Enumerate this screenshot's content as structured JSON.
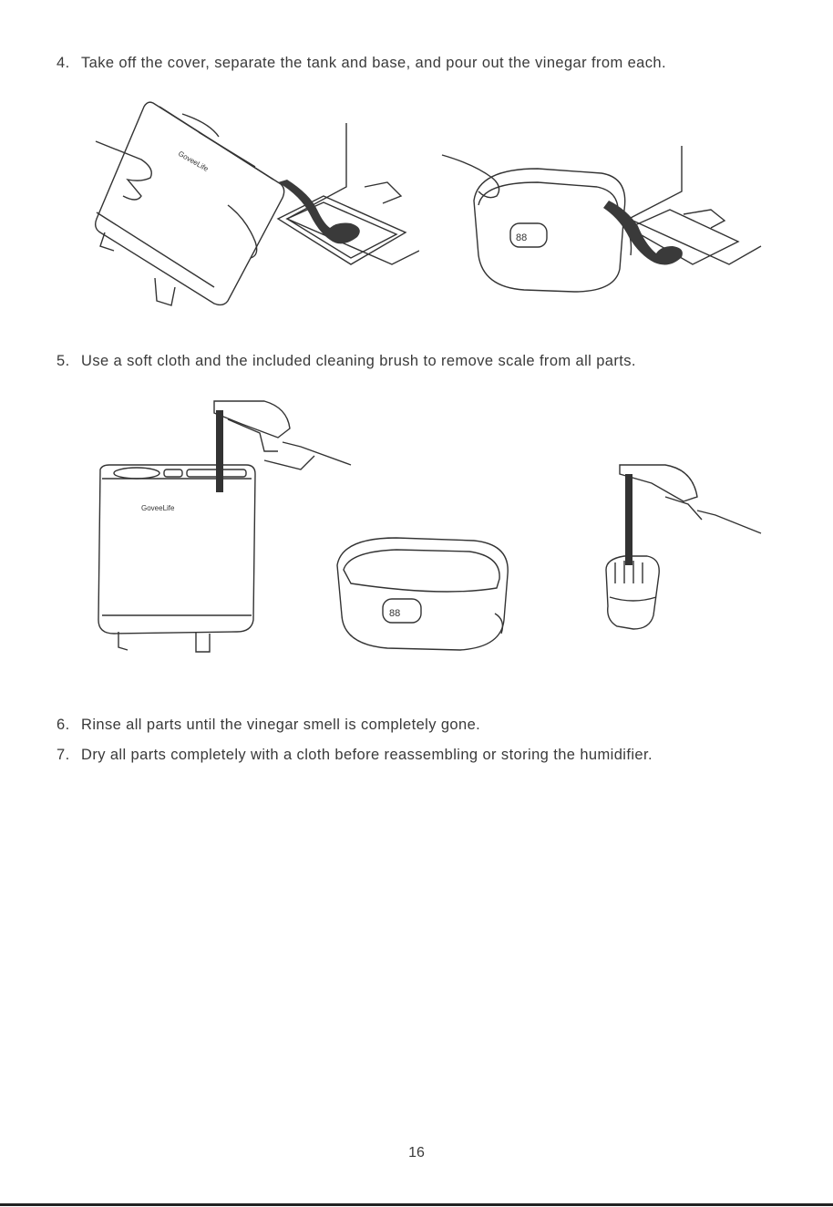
{
  "steps": [
    {
      "num": "4.",
      "text": "Take off the cover, separate the tank and base, and pour out the vinegar from each."
    },
    {
      "num": "5.",
      "text": "Use a soft cloth and the included cleaning brush to remove scale from all parts."
    },
    {
      "num": "6.",
      "text": "Rinse all parts until the vinegar smell is completely gone."
    },
    {
      "num": "7.",
      "text": "Dry all parts completely with a cloth before reassembling or storing the humidifier."
    }
  ],
  "brand": "GoveeLife",
  "display_digits": "88",
  "page_number": "16"
}
